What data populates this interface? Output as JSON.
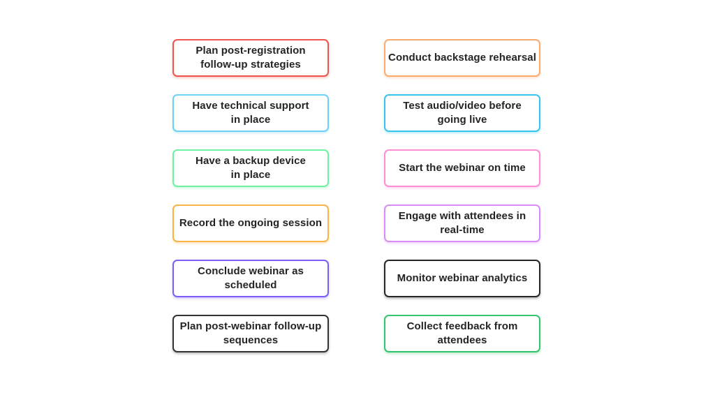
{
  "page": {
    "background_color": "#ffffff",
    "text_color": "#242424"
  },
  "checklist": {
    "description": "Webinar task checklist boxes, row-major order (left column, right column per row)",
    "items": [
      {
        "lines": [
          "Plan post-registration",
          "follow-up strategies"
        ],
        "border_color": "#f0544e"
      },
      {
        "lines": [
          "Conduct backstage rehearsal"
        ],
        "border_color": "#fbaa6e"
      },
      {
        "lines": [
          "Have technical support",
          "in place"
        ],
        "border_color": "#6fd0f6"
      },
      {
        "lines": [
          "Test audio/video before",
          "going live"
        ],
        "border_color": "#38c4ec"
      },
      {
        "lines": [
          "Have a backup device",
          "in place"
        ],
        "border_color": "#6ff0a2"
      },
      {
        "lines": [
          "Start the webinar on time"
        ],
        "border_color": "#fc8fd6"
      },
      {
        "lines": [
          "Record the ongoing session"
        ],
        "border_color": "#f8b545"
      },
      {
        "lines": [
          "Engage with attendees in",
          "real-time"
        ],
        "border_color": "#da8cf6"
      },
      {
        "lines": [
          "Conclude webinar as",
          "scheduled"
        ],
        "border_color": "#7e5ef5"
      },
      {
        "lines": [
          "Monitor webinar analytics"
        ],
        "border_color": "#262626"
      },
      {
        "lines": [
          "Plan post-webinar follow-up",
          "sequences"
        ],
        "border_color": "#333333"
      },
      {
        "lines": [
          "Collect feedback from",
          "attendees"
        ],
        "border_color": "#33c46d"
      }
    ]
  }
}
